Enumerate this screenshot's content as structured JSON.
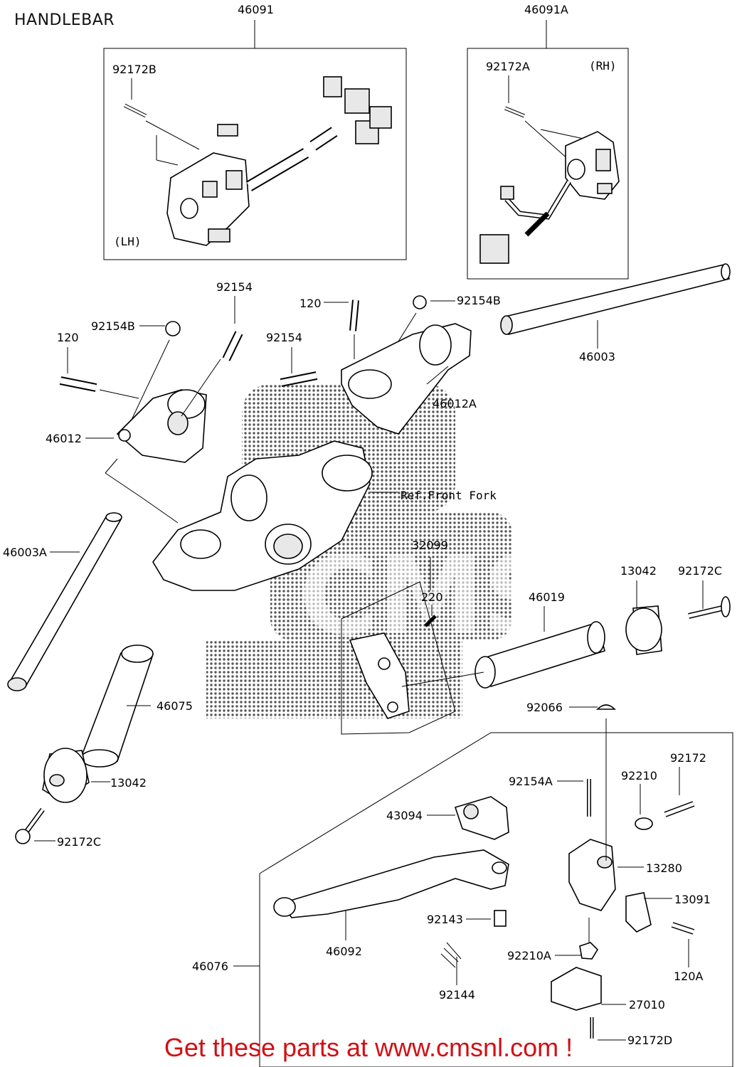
{
  "title": "HANDLEBAR",
  "promo_text": "Get these parts at www.cmsnl.com !",
  "colors": {
    "promo": "#d30f14",
    "watermark": "#3a3a3a",
    "line": "#000000"
  },
  "insets": {
    "lh_switch": {
      "ref": "46091",
      "side": "(LH)"
    },
    "rh_switch": {
      "ref": "46091A",
      "side": "(RH)"
    }
  },
  "reference_note": "Ref.Front Fork",
  "watermark_text": "CMS",
  "part_labels": [
    "92172B",
    "92172A",
    "92154",
    "120",
    "92154B",
    "92154B",
    "120",
    "92154",
    "46003",
    "46012A",
    "46012",
    "46003A",
    "32099",
    "220",
    "46019",
    "13042",
    "92172C",
    "46075",
    "13042",
    "92172C",
    "92066",
    "92154A",
    "92172",
    "92210",
    "43094",
    "13280",
    "13091",
    "92143",
    "46092",
    "92210A",
    "120A",
    "46076",
    "92144",
    "27010",
    "92172D"
  ]
}
